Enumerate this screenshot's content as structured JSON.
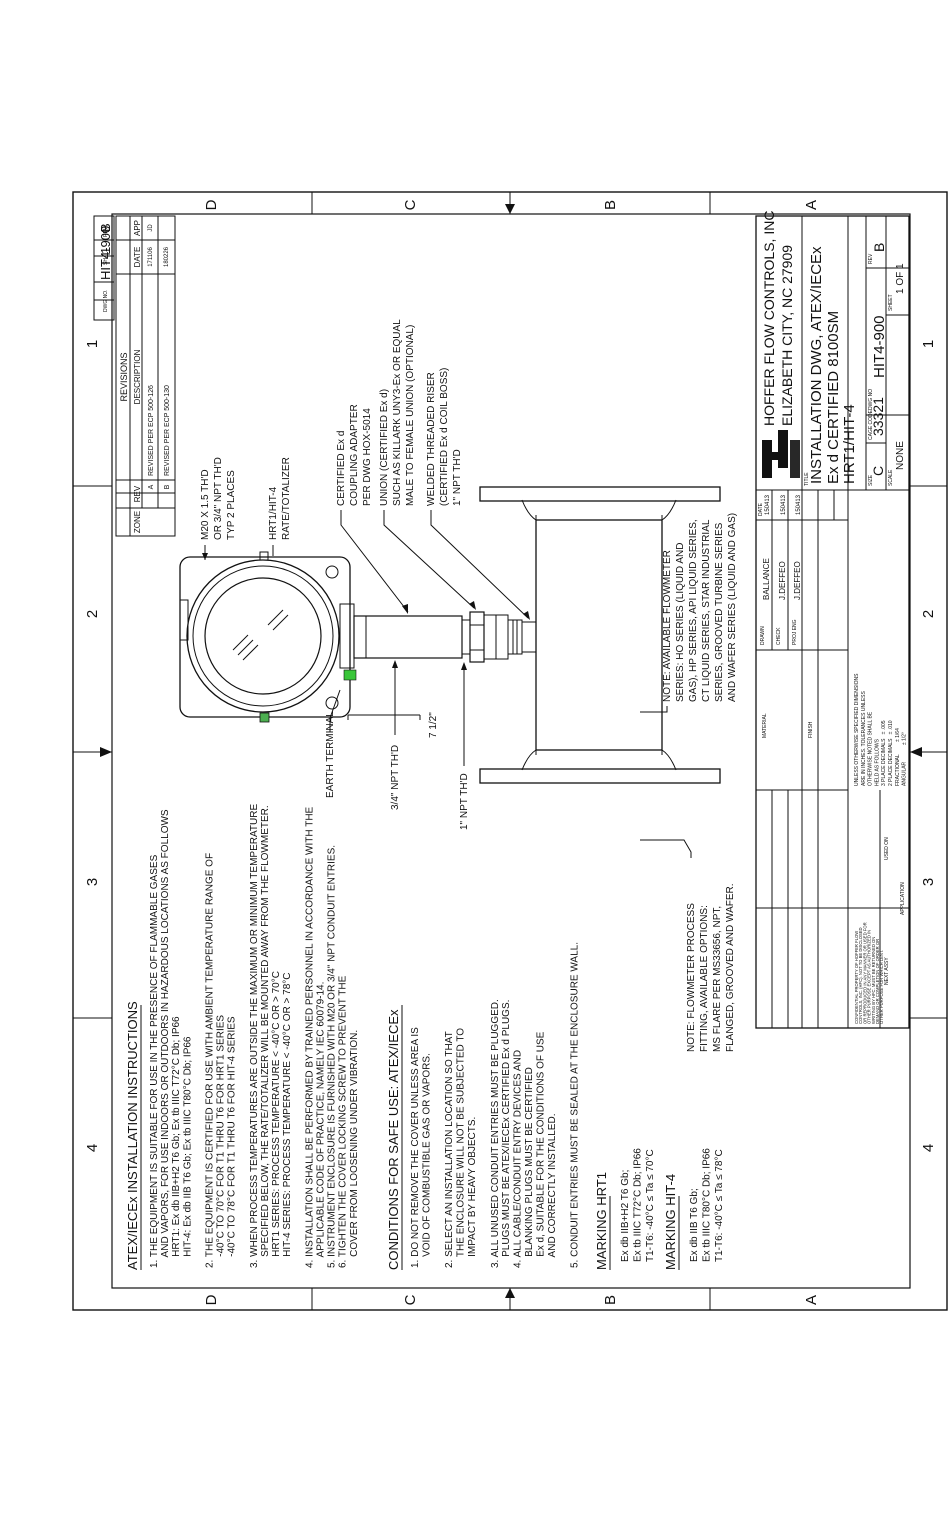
{
  "zones": {
    "rows": [
      "D",
      "C",
      "B",
      "A"
    ],
    "cols": [
      "4",
      "3",
      "2",
      "1"
    ]
  },
  "instructions": {
    "title": "ATEX/IECEx INSTALLATION INSTRUCTIONS",
    "lines": [
      "1. THE EQUIPMENT IS SUITABLE FOR USE IN THE PRESENCE OF FLAMMABLE GASES",
      "    AND VAPORS, FOR USE INDOORS OR OUTDOORS IN HAZARDOUS LOCATIONS AS FOLLOWS",
      "    HRT1: Ex db IIB+H2 T6 Gb; Ex tb IIIC T72°C Db; IP66",
      "    HIT-4: Ex db IIB T6 Gb; Ex tb IIIC T80°C Db; IP66",
      "",
      "2. THE EQUIPMENT IS CERTIFIED FOR USE WITH AMBIENT TEMPERATURE RANGE OF",
      "    -40°C TO 70°C FOR T1 THRU T6 FOR HRT1 SERIES",
      "    -40°C TO 78°C FOR T1 THRU T6 FOR HIT-4 SERIES",
      "",
      "3. WHEN PROCESS TEMPERATURES ARE OUTSIDE THE MAXIMUM OR MINIMUM TEMPERATURE",
      "    SPECIFIED BELOW, THE RATE/TOTALIZER WILL BE MOUNTED AWAY FROM THE FLOWMETER.",
      "    HRT1 SERIES: PROCESS TEMPERATURE < -40°C OR > 70°C",
      "    HIT-4 SERIES: PROCESS TEMPERATURE < -40°C OR > 78°C",
      "",
      "4. INSTALLATION SHALL BE PERFORMED BY TRAINED PERSONNEL IN ACCORDANCE WITH THE",
      "    APPLICABLE CODE OF PRACTICE, NAMELY IEC 60079-14.",
      "5. INSTRUMENT ENCLOSURE IS FURNISHED WITH M20 OR 3/4\" NPT CONDUIT ENTRIES.",
      "6. TIGHTEN THE COVER LOCKING SCREW TO PREVENT THE",
      "    COVER FROM LOOSENING UNDER VIBRATION."
    ]
  },
  "safe_use": {
    "title": "CONDITIONS FOR SAFE USE: ATEX/IECEx",
    "lines": [
      "1. DO NOT REMOVE THE COVER UNLESS AREA IS",
      "    VOID OF COMBUSTIBLE GAS OR VAPORS.",
      "",
      "2. SELECT AN INSTALLATION LOCATION SO THAT",
      "    THE ENCLOSURE WILL NOT BE SUBJECTED TO",
      "    IMPACT BY HEAVY OBJECTS.",
      "",
      "3. ALL UNUSED CONDUIT ENTRIES MUST BE PLUGGED.",
      "    PLUGS MUST BE ATEX/IECEx CERTIFIED Ex d PLUGS.",
      "4. ALL CABLE/CONDUIT ENTRY DEVICES AND",
      "    BLANKING PLUGS MUST BE CERTIFIED",
      "    Ex d, SUITABLE FOR THE CONDITIONS OF USE",
      "    AND CORRECTLY INSTALLED.",
      "",
      "5. CONDUIT ENTRIES MUST BE SEALED AT THE ENCLOSURE WALL."
    ]
  },
  "marking_hrt1": {
    "title": "MARKING HRT1",
    "lines": [
      "Ex db IIB+H2 T6 Gb;",
      "Ex tb IIIC T72°C Db; IP66",
      "T1-T6: -40°C ≤ Ta ≤ 70°C"
    ]
  },
  "marking_hit4": {
    "title": "MARKING HIT-4",
    "lines": [
      "Ex db IIB T6 Gb;",
      "Ex tb IIIC T80°C Db; IP66",
      "T1-T6: -40°C ≤ Ta ≤ 78°C"
    ]
  },
  "notes": {
    "process": [
      "NOTE: FLOWMETER PROCESS",
      "FITTING, AVAILABLE OPTIONS:",
      "MS FLARE PER MS33656, NPT,",
      "FLANGED, GROOVED AND WAFER."
    ],
    "series": [
      "NOTE: AVAILABLE FLOWMETER",
      "SERIES: HO SERIES (LIQUID AND",
      "GAS), HP SERIES, API LIQUID SERIES,",
      "CT LIQUID SERIES, STAR INDUSTRIAL",
      "SERIES, GROOVED TURBINE SERIES",
      "AND WAFER SERIES (LIQUID AND GAS)"
    ]
  },
  "callouts": {
    "m20": [
      "M20 X 1.5 TH'D",
      "OR 3/4\" NPT TH'D",
      "TYP 2 PLACES"
    ],
    "rate": [
      "HRT1/HIT-4",
      "RATE/TOTALIZER"
    ],
    "adapter": [
      "CERTIFIED Ex d",
      "COUPLING ADAPTER",
      "PER DWG HOX-5014"
    ],
    "union": [
      "UNION (CERTIFIED Ex d)",
      "SUCH AS KILLARK UNY3-Ex OR EQUAL",
      "MALE TO FEMALE UNION (OPTIONAL)"
    ],
    "riser": [
      "WELDED THREADED RISER",
      "(CERTIFIED Ex d COIL BOSS)",
      "1\" NPT TH'D"
    ],
    "earth": "EARTH TERMINAL",
    "npt34": "3/4\" NPT TH'D",
    "npt1": "1\" NPT TH'D",
    "dim": "7 1/2\""
  },
  "revisions": {
    "dwg_no_label": "DWG NO.",
    "dwg_no": "HIT4-900",
    "sh_label": "SH",
    "sh": "1",
    "rev_label": "REV",
    "rev": "B",
    "title": "REVISIONS",
    "headers": [
      "ZONE",
      "REV",
      "DESCRIPTION",
      "DATE",
      "APP"
    ],
    "rows": [
      [
        "",
        "A",
        "REVISED PER ECP 500-126",
        "171106",
        "JD"
      ],
      [
        "",
        "B",
        "REVISED PER ECP 500-130",
        "180226",
        ""
      ]
    ]
  },
  "title_block": {
    "company": "HOFFER FLOW CONTROLS, INC",
    "city": "ELIZABETH CITY, NC 27909",
    "title_label": "TITLE",
    "title_lines": [
      "INSTALLATION DWG, ATEX/IECEx",
      "Ex d CERTIFIED 8100SM",
      "HRT1/HIT-4"
    ],
    "size_label": "SIZE",
    "size": "C",
    "cage_label": "CAGE CODE",
    "cage": "33321",
    "dwg_label": "DWG NO",
    "dwg_no": "HIT4-900",
    "rev_label": "REV",
    "rev": "B",
    "scale_label": "SCALE",
    "scale": "NONE",
    "sheet_label": "SHEET",
    "sheet": "1 OF 1",
    "drawn_label": "DRAWN",
    "drawn": "BALLANCE",
    "check_label": "CHECK",
    "check": "J.DEFFEO",
    "proj_label": "PROJ ENG",
    "proj": "J.DEFFEO",
    "date_label": "DATE",
    "dates": [
      "150413",
      "150413",
      "150413"
    ],
    "material_label": "MATERIAL",
    "finish_label": "FINISH",
    "next_assy_label": "NEXT ASSY",
    "used_on_label": "USED ON",
    "application_label": "APPLICATION",
    "confidential": [
      "CONFIDENTIAL PROPERTY OF HOFFER FLOW",
      "CONTROLS, INC. (HFC). NOT TO BE DISCLOSED",
      "OR REPRODUCED IN ANY MANNER OR USED FOR",
      "OTHER PURPOSE EXCEPT AS AUTHORIZED IN",
      "WRITING BY HFC. MUST BE RETURNED ON",
      "DEMAND OR COMPLETION OF ORDER OR",
      "OTHER PURPOSE FOR WHICH LENT."
    ],
    "tolerance": [
      "UNLESS OTHERWISE SPECIFIED DIMENSIONS",
      "ARE IN INCHES. TOLERANCES UNLESS",
      "OTHERWISE NOTED SHALL BE",
      "HELD AS FOLLOWS",
      "3 PLACE DECIMALS   ± .005",
      "2 PLACE DECIMALS   ± .010",
      "FRACTIONAL         ± 1/64",
      "ANGULAR            ± 1/2°"
    ]
  }
}
